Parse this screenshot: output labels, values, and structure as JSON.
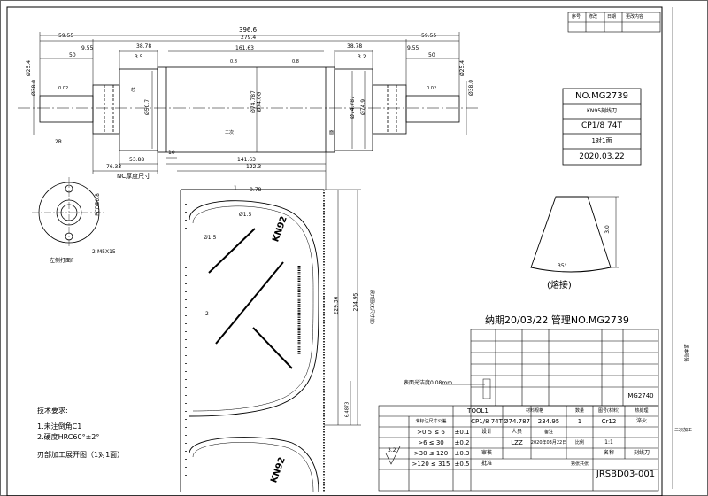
{
  "dimensions": {
    "overall": "396.6",
    "left_shaft": "59.55",
    "right_shaft": "59.55",
    "body": "279.4",
    "left_step": "38.78",
    "right_step": "38.78",
    "body_inner": "161.63",
    "left_seg": "50",
    "right_seg": "50",
    "left_small": "9.55",
    "right_small": "9.55",
    "left_tiny": "3.5",
    "right_tiny": "3.2",
    "left_dia": "Ø25.4",
    "right_dia": "Ø25.4",
    "left_dia2": "Ø38.0",
    "right_dia2": "Ø38.0",
    "center_dia": "Ø74.787",
    "center_dia2": "Ø74.0G",
    "right_dia3": "Ø74.787",
    "right_dia4": "Ø74.9",
    "left_dia3": "Ø50.7",
    "left_tol": "0.02",
    "right_tol": "0.02",
    "radius_left": "0.8",
    "radius_right": "0.8",
    "bottom_1": "53.88",
    "bottom_2": "76.33",
    "bottom_3": "10",
    "bottom_4": "141.63",
    "bottom_5": "122.3",
    "label_2r": "2R",
    "label_nc": "NC厚度尺寸",
    "label_erci": "二次",
    "label_mian": "面",
    "label_xin": "芯",
    "bolt": "2-M5X15",
    "pcd": "PCD50.8",
    "end_view_caption": "左侧打面F"
  },
  "developed": {
    "w1": "1",
    "w2": "0.78",
    "hole1": "Ø1.5",
    "hole2": "Ø1.5",
    "dim2": "2",
    "brand_top": "KN92",
    "brand_bottom": "KN92",
    "length": "229.36",
    "length2": "234.95",
    "small": "6.4873",
    "side_note": "展开图(无尺寸值)"
  },
  "detail": {
    "angle": "35°",
    "height": "3.0",
    "caption": "(熔接)"
  },
  "tech": {
    "title": "技术要求:",
    "item1": "1.未注倒角C1",
    "item2": "2.硬度HRC60°±2°",
    "caption": "刃部加工展开图（1对1面）"
  },
  "date_line": "纳期20/03/22  管理NO.MG2739",
  "labelbox": {
    "no": "NO.MG2739",
    "name": "KN95刻线刀",
    "spec": "CP1/8 74T",
    "qty": "1对1面",
    "date": "2020.03.22"
  },
  "revision": {
    "h1": "序号",
    "h2": "修改",
    "h3": "日期",
    "h4": "更改内容"
  },
  "tolerance": {
    "h1": "未标注尺寸公差",
    "r1": ">0.5 ≤ 6",
    "v1": "±0.1",
    "r2": ">6 ≤ 30",
    "v2": "±0.2",
    "r3": ">30 ≤ 120",
    "v3": "±0.3",
    "r4": ">120 ≤ 315",
    "v4": "±0.5",
    "rough": "3.2"
  },
  "titleblock": {
    "tool": "TOOL1",
    "material_hdr": "材料规格",
    "drawing_no_hdr": "图号(材料)",
    "material_count_hdr": "数量",
    "material_type_hdr": "热处理",
    "code": "MG2740",
    "spec": "CP1/8 74T",
    "dia": "Ø74.787",
    "length": "234.95",
    "qty": "1",
    "material": "Cr12",
    "heat": "淬火",
    "design_hdr": "设计",
    "check_hdr": "审核",
    "approve_hdr": "批准",
    "designer": "LZZ",
    "date_hdr": "2020年03月22日",
    "scale_hdr": "比例",
    "scale": "1:1",
    "drawing_no": "JRSBD03-001",
    "sheet": "第张共张",
    "unit_hdr": "名称",
    "unit": "刻线刀",
    "worker": "人员",
    "note": "备注"
  },
  "side_mark": "二次加工",
  "side_mark2": "版本号码",
  "surface_note": "表面光洁度0.08mm"
}
